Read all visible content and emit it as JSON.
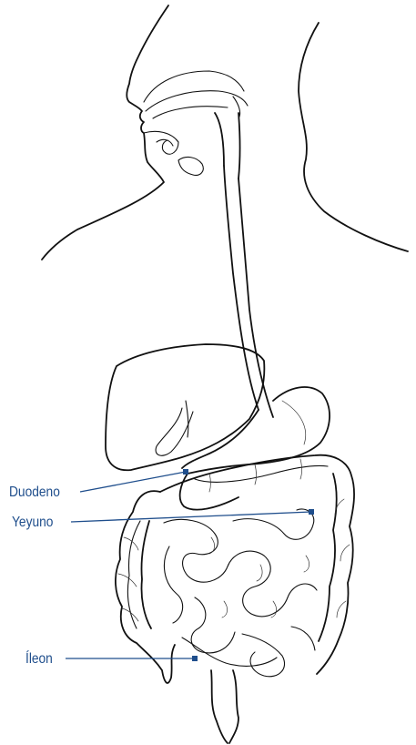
{
  "diagram": {
    "subject": "digestive-system",
    "labels": [
      {
        "id": "duodeno",
        "text": "Duodeno"
      },
      {
        "id": "yeyuno",
        "text": "Yeyuno"
      },
      {
        "id": "ileon",
        "text": "Íleon"
      }
    ],
    "leader_color": "#1f4e8c",
    "outline_color": "#111111"
  }
}
